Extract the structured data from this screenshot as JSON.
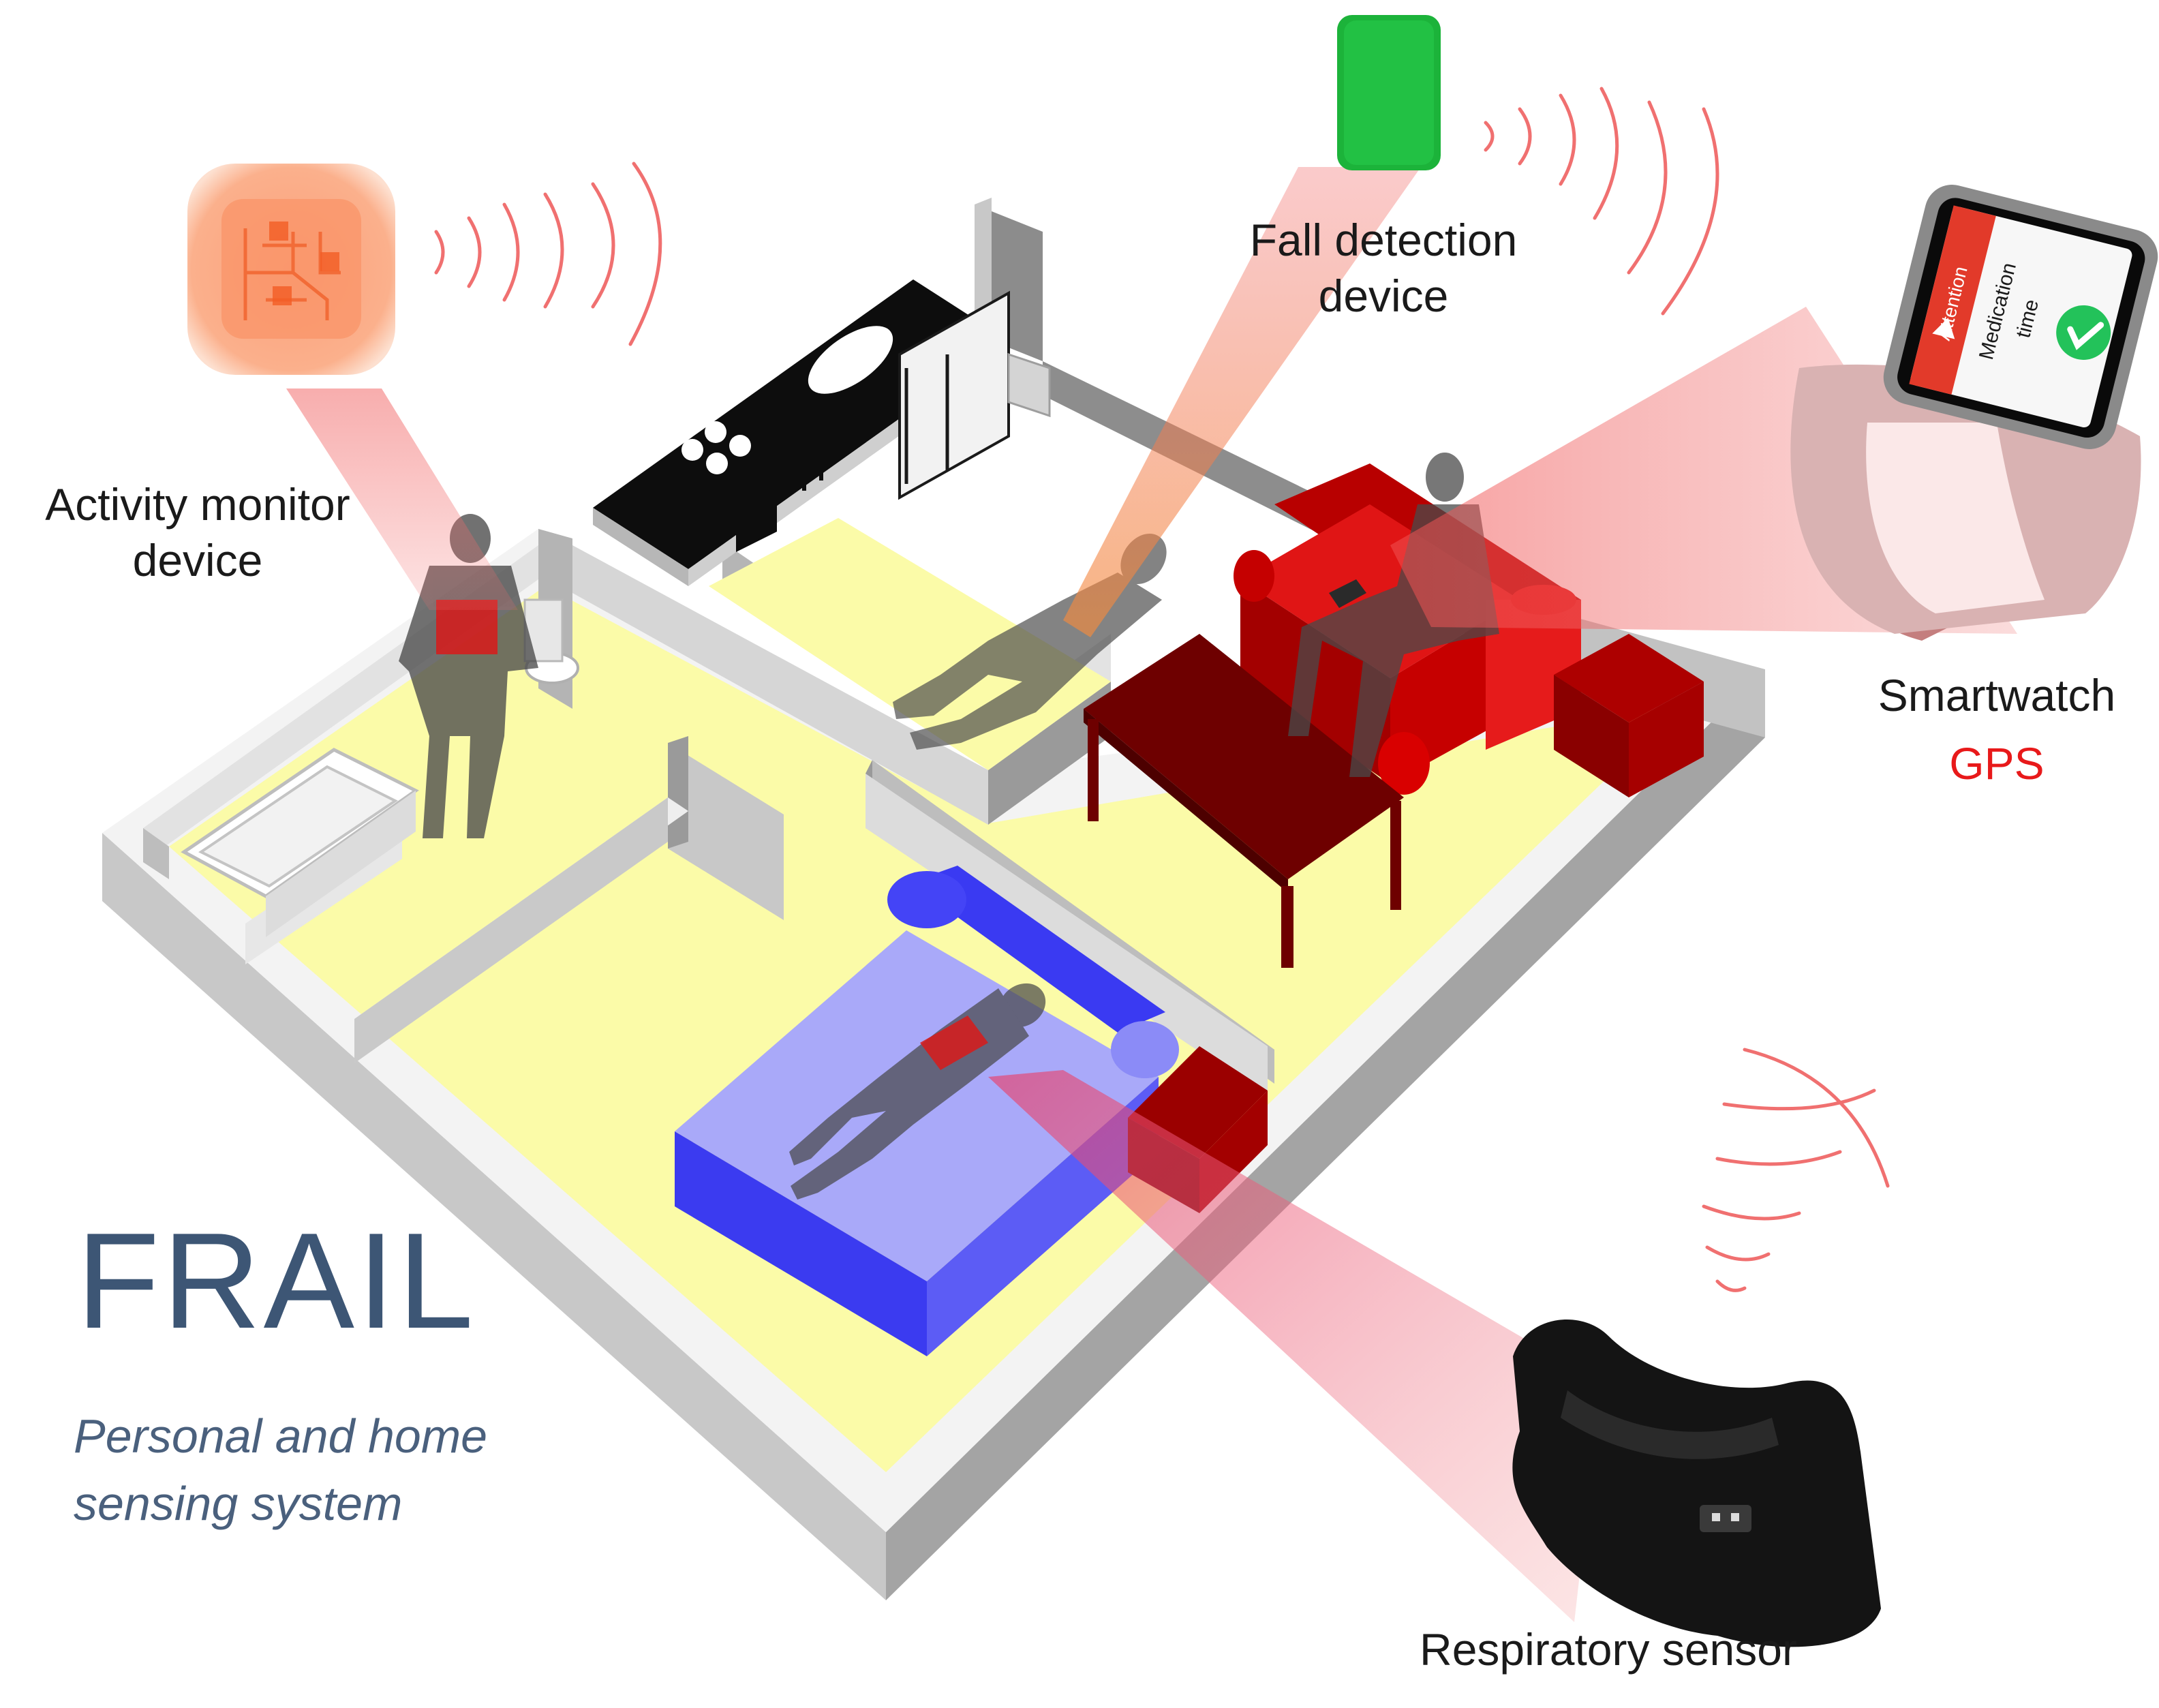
{
  "title": "FRAIL",
  "subtitle_line1": "Personal and home",
  "subtitle_line2": "sensing system",
  "devices": {
    "activity_monitor": {
      "line1": "Activity monitor",
      "line2": "device"
    },
    "fall_detection": {
      "line1": "Fall detection",
      "line2": "device"
    },
    "smartwatch": {
      "label": "Smartwatch",
      "sub_label": "GPS",
      "screen_alert": "Attention",
      "screen_message_line1": "Medication",
      "screen_message_line2": "time"
    },
    "respiratory_sensor": {
      "label": "Respiratory sensor"
    }
  },
  "colors": {
    "floor": "#fafaa5",
    "wall_top": "#f2f2f2",
    "wall_side": "#c4c4c4",
    "wall_shade": "#8f8f8f",
    "living_room_furniture": "#d10000",
    "table": "#6e0000",
    "bed": "#a9a9f9",
    "bed_side": "#3b3bf0",
    "signal_waves": "#f07070",
    "beam": "#f47c7c",
    "activity_device": "#f7a27c",
    "fall_device": "#1fb53c",
    "title_color": "#3d5675",
    "gps_color": "#e8191a"
  },
  "icons": [
    "wifi-signal-icon",
    "person-icon",
    "checkmark-icon",
    "warning-icon"
  ]
}
